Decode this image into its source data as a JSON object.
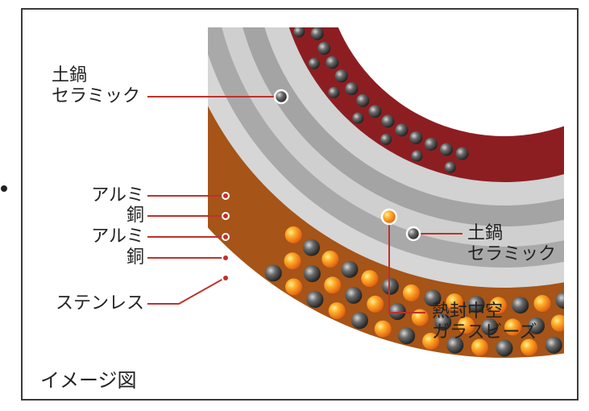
{
  "labels": {
    "donabe_ceramic_top": [
      "土鍋",
      "セラミック"
    ],
    "layers": [
      "アルミ",
      "銅",
      "アルミ",
      "銅",
      "ステンレス"
    ],
    "donabe_ceramic_right": [
      "土鍋",
      "セラミック"
    ],
    "glass_beads": [
      "熱封中空",
      "ガラスビーズ"
    ]
  },
  "caption": "イメージ図",
  "colors": {
    "ceramic_red": "#8c1e22",
    "ceramic_brown": "#a65417",
    "leader": "#c0302c",
    "metal_light": "#d2d2d2",
    "metal_mid": "#a8a8a8"
  }
}
